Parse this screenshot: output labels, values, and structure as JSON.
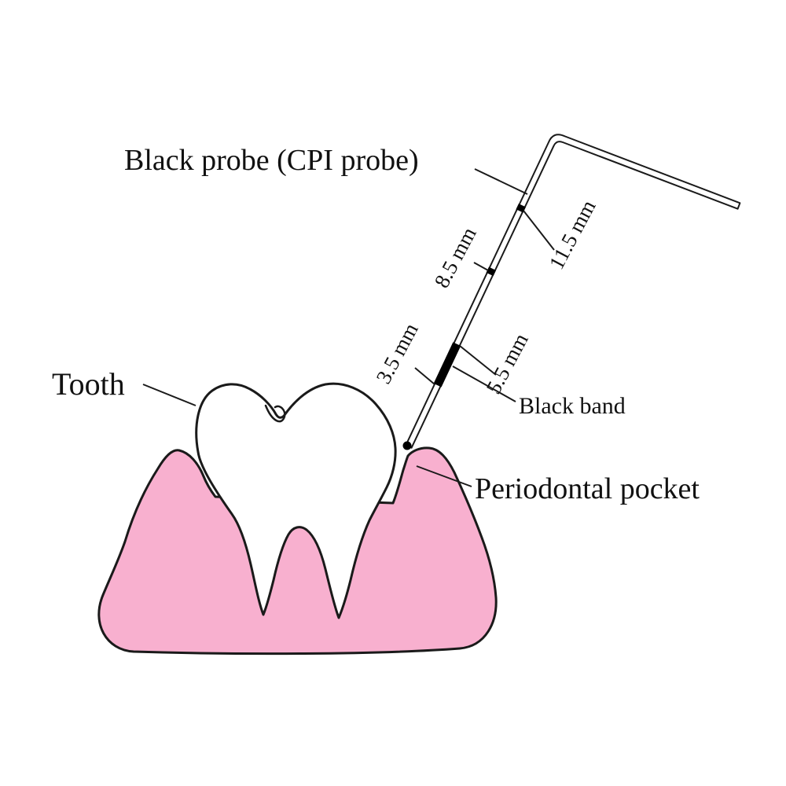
{
  "diagram": {
    "labels": {
      "probe": "Black probe (CPI probe)",
      "tooth": "Tooth",
      "pocket": "Periodontal pocket",
      "black_band": "Black band"
    },
    "measurements": {
      "m35": "3.5 mm",
      "m55": "5.5 mm",
      "m85": "8.5 mm",
      "m115": "11.5 mm"
    },
    "colors": {
      "background": "#ffffff",
      "line": "#1a1a1a",
      "gum_fill": "#f8b0cf",
      "tooth_fill": "#ffffff",
      "band_fill": "#000000"
    }
  }
}
